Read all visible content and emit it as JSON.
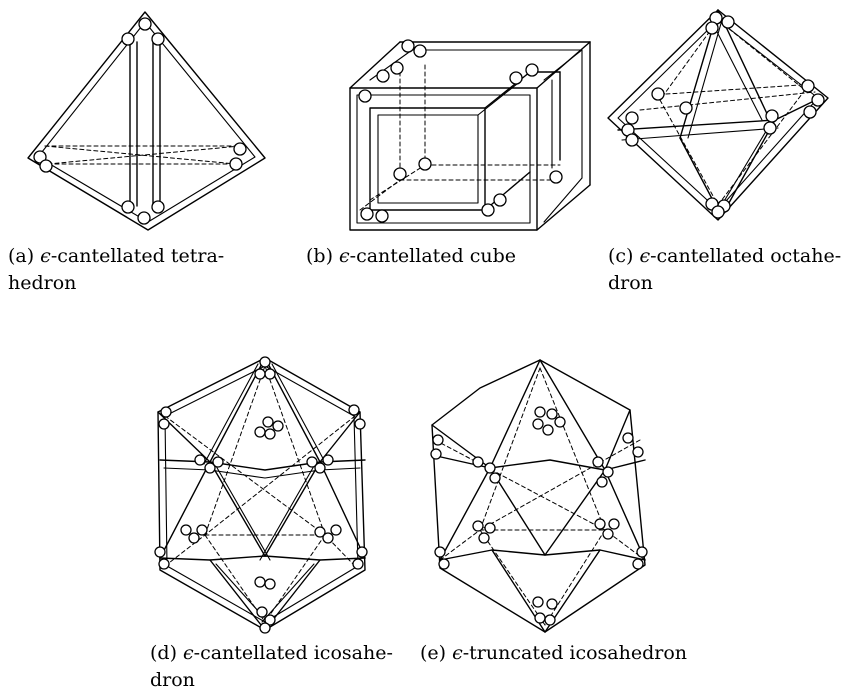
{
  "figures": [
    {
      "tag": "(a)",
      "eps": "ϵ",
      "name": "-cantellated tetra-",
      "name2": "hedron"
    },
    {
      "tag": "(b)",
      "eps": "ϵ",
      "name": "-cantellated cube",
      "name2": ""
    },
    {
      "tag": "(c)",
      "eps": "ϵ",
      "name": "-cantellated octahe-",
      "name2": "dron"
    },
    {
      "tag": "(d)",
      "eps": "ϵ",
      "name": "-cantellated icosahe-",
      "name2": "dron"
    },
    {
      "tag": "(e)",
      "eps": "ϵ",
      "name": "-truncated icosahedron",
      "name2": ""
    }
  ]
}
